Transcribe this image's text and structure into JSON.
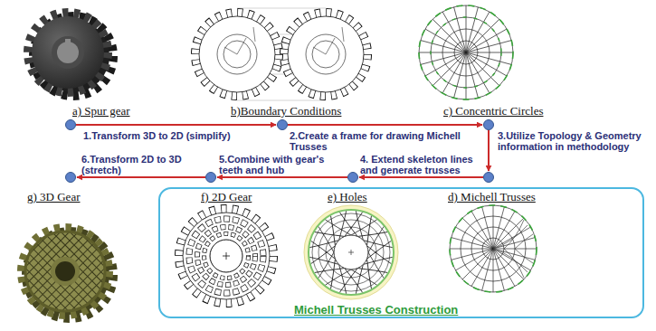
{
  "diagram": {
    "nodes": [
      {
        "text": [
          "a) Spur gear"
        ]
      },
      {
        "text": [
          "b)Boundary Conditions"
        ]
      },
      {
        "text": [
          "c) Concentric Circles"
        ]
      },
      {
        "text": [
          "Michell Trusses Construction"
        ]
      },
      {
        "text": [
          "d) Michell Trusses"
        ],
        "in": 3
      },
      {
        "text": [
          "e) Holes"
        ],
        "in": 3
      },
      {
        "text": [
          "f) 2D Gear"
        ],
        "in": 3
      },
      {
        "text": [
          "g) 3D Gear"
        ]
      }
    ],
    "edges": [
      {
        "from": 0,
        "to": 1,
        "arrow": "to",
        "label": "1.Transform 3D to 2D (simplify)"
      },
      {
        "from": 1,
        "to": 2,
        "arrow": "to",
        "label": "2.Create a frame for drawing Michell Trusses"
      },
      {
        "from": 2,
        "to": 4,
        "arrow": "to",
        "label": "3.Utilize Topology & Geometry information in methodology"
      },
      {
        "from": 4,
        "to": 5,
        "arrow": "to",
        "label": "4. Extend skeleton lines and generate trusses"
      },
      {
        "from": 5,
        "to": 6,
        "arrow": "to",
        "label": "5.Combine with gear's teeth and hub"
      },
      {
        "from": 6,
        "to": 7,
        "arrow": "to",
        "label": "6.Transform 2D to 3D (stretch)"
      }
    ]
  }
}
